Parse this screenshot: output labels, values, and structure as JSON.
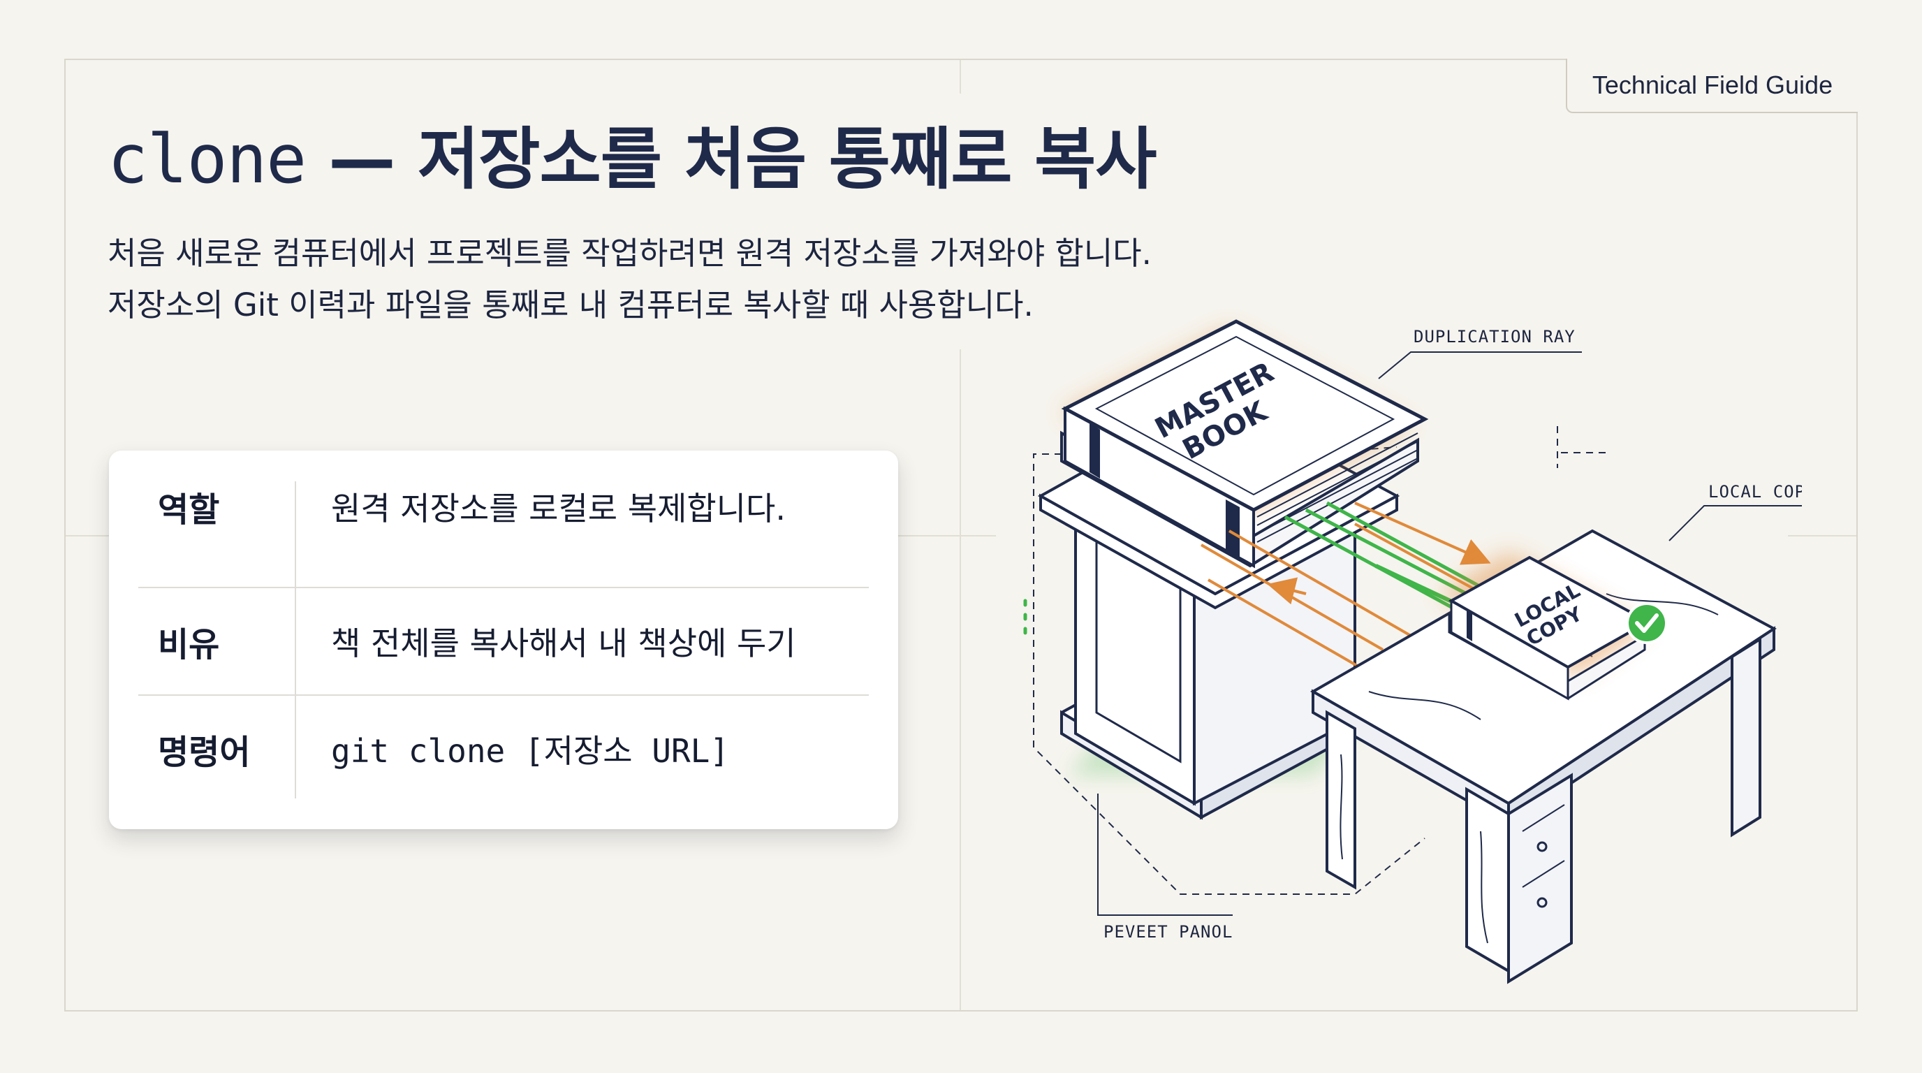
{
  "header": {
    "tag": "Technical Field Guide"
  },
  "title": {
    "command": "clone",
    "rest": " — 저장소를 처음 통째로 복사"
  },
  "description": [
    "처음 새로운 컴퓨터에서 프로젝트를 작업하려면 원격 저장소를 가져와야 합니다.",
    "저장소의 Git 이력과 파일을 통째로 내 컴퓨터로 복사할 때 사용합니다."
  ],
  "table": {
    "rows": [
      {
        "key": "역할",
        "value": "원격 저장소를 로컬로 복제합니다."
      },
      {
        "key": "비유",
        "value": "책 전체를 복사해서 내 책상에 두기"
      },
      {
        "key": "명령어",
        "value": "git clone [저장소 URL]"
      }
    ]
  },
  "illustration": {
    "master_book": [
      "MASTER",
      "BOOK"
    ],
    "local_book": [
      "LOCAL",
      "COPY"
    ],
    "callouts": {
      "duplication_ray": "DUPLICATION RAY",
      "local_copy": "LOCAL COPY",
      "pedestal": "PEVEET PANOL"
    },
    "colors": {
      "ink": "#1f2a4a",
      "green": "#3fb54a",
      "orange": "#e08a3a"
    }
  }
}
